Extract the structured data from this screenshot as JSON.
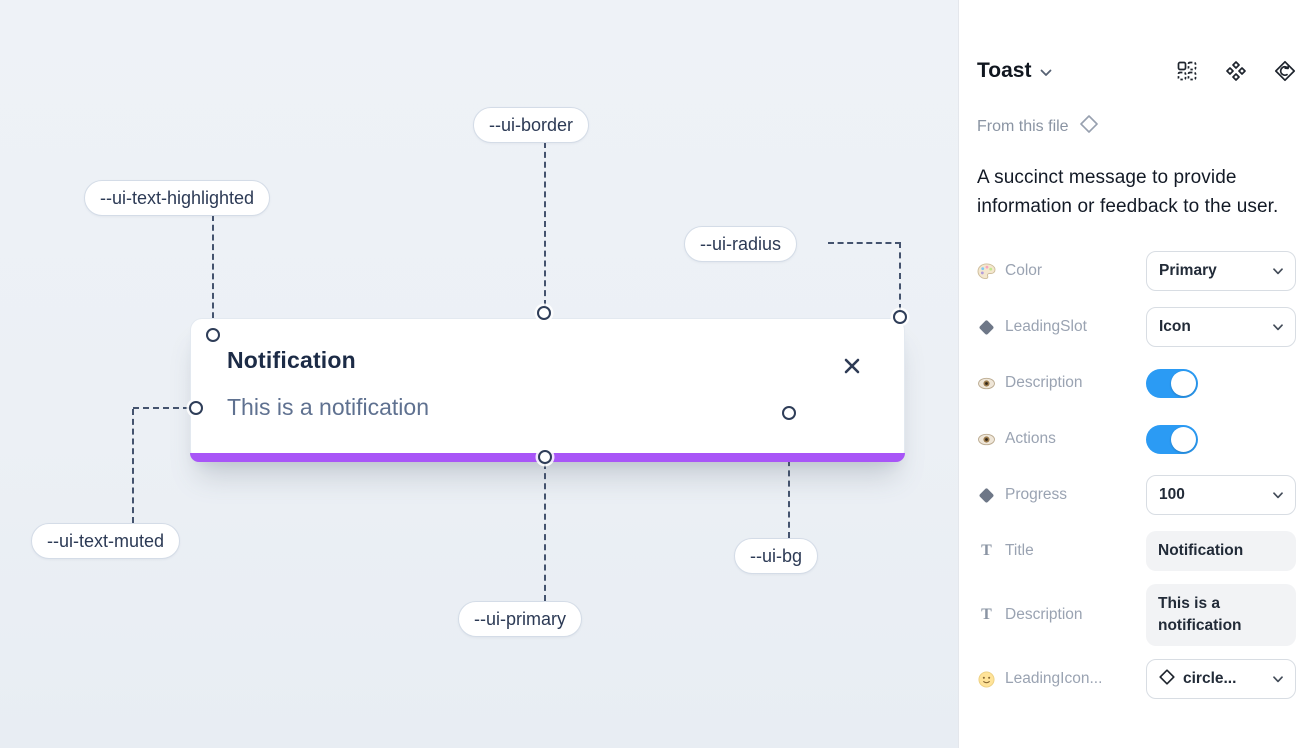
{
  "canvas": {
    "toast": {
      "title": "Notification",
      "description": "This is a notification",
      "close_icon": "x-close-icon"
    },
    "labels": [
      {
        "text": "--ui-border"
      },
      {
        "text": "--ui-text-highlighted"
      },
      {
        "text": "--ui-radius"
      },
      {
        "text": "--ui-text-muted"
      },
      {
        "text": "--ui-primary"
      },
      {
        "text": "--ui-bg"
      }
    ],
    "colors": {
      "primary_bar": "#A855F7",
      "background": "#EDF1F6",
      "annotation_ink": "#44536E"
    }
  },
  "panel": {
    "header": {
      "title": "Toast",
      "icons": [
        "swap-instance-icon",
        "component-icon",
        "detach-instance-icon"
      ]
    },
    "source_label": "From this file",
    "description": "A succinct message to provide information or feedback to the user.",
    "rows": [
      {
        "icon": "palette-icon",
        "label": "Color",
        "control": "dropdown",
        "value": "Primary"
      },
      {
        "icon": "diamond-icon",
        "label": "LeadingSlot",
        "control": "dropdown",
        "value": "Icon"
      },
      {
        "icon": "eye-icon",
        "label": "Description",
        "control": "toggle",
        "value": "on"
      },
      {
        "icon": "eye-icon",
        "label": "Actions",
        "control": "toggle",
        "value": "on"
      },
      {
        "icon": "diamond-icon",
        "label": "Progress",
        "control": "dropdown",
        "value": "100"
      },
      {
        "icon": "text-icon",
        "label": "Title",
        "control": "text-field",
        "value": "Notification"
      },
      {
        "icon": "text-icon",
        "label": "Description",
        "control": "text-field",
        "value": "This is a notification"
      },
      {
        "icon": "smiley-icon",
        "label": "LeadingIcon...",
        "control": "dropdown-with-icon",
        "value": "circle..."
      }
    ],
    "colors": {
      "toggle_on": "#2B9BF4"
    }
  }
}
